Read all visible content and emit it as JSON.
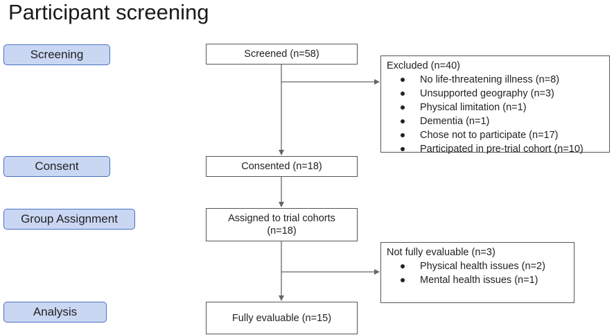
{
  "title": "Participant screening",
  "stages": {
    "screening": "Screening",
    "consent": "Consent",
    "group_assignment": "Group Assignment",
    "analysis": "Analysis"
  },
  "boxes": {
    "screened": "Screened (n=58)",
    "consented": "Consented (n=18)",
    "assigned_line1": "Assigned to trial cohorts",
    "assigned_line2": "(n=18)",
    "evaluable": "Fully evaluable (n=15)"
  },
  "excluded": {
    "heading": "Excluded (n=40)",
    "items": [
      "No life-threatening illness (n=8)",
      "Unsupported geography (n=3)",
      "Physical limitation (n=1)",
      "Dementia (n=1)",
      "Chose not to participate (n=17)",
      "Participated in pre-trial cohort (n=10)"
    ]
  },
  "not_evaluable": {
    "heading": "Not fully evaluable (n=3)",
    "items": [
      "Physical health issues (n=2)",
      "Mental health issues (n=1)"
    ]
  },
  "colors": {
    "stage_fill": "#c9d7f3",
    "stage_border": "#4a6fc4",
    "line": "#666666"
  }
}
